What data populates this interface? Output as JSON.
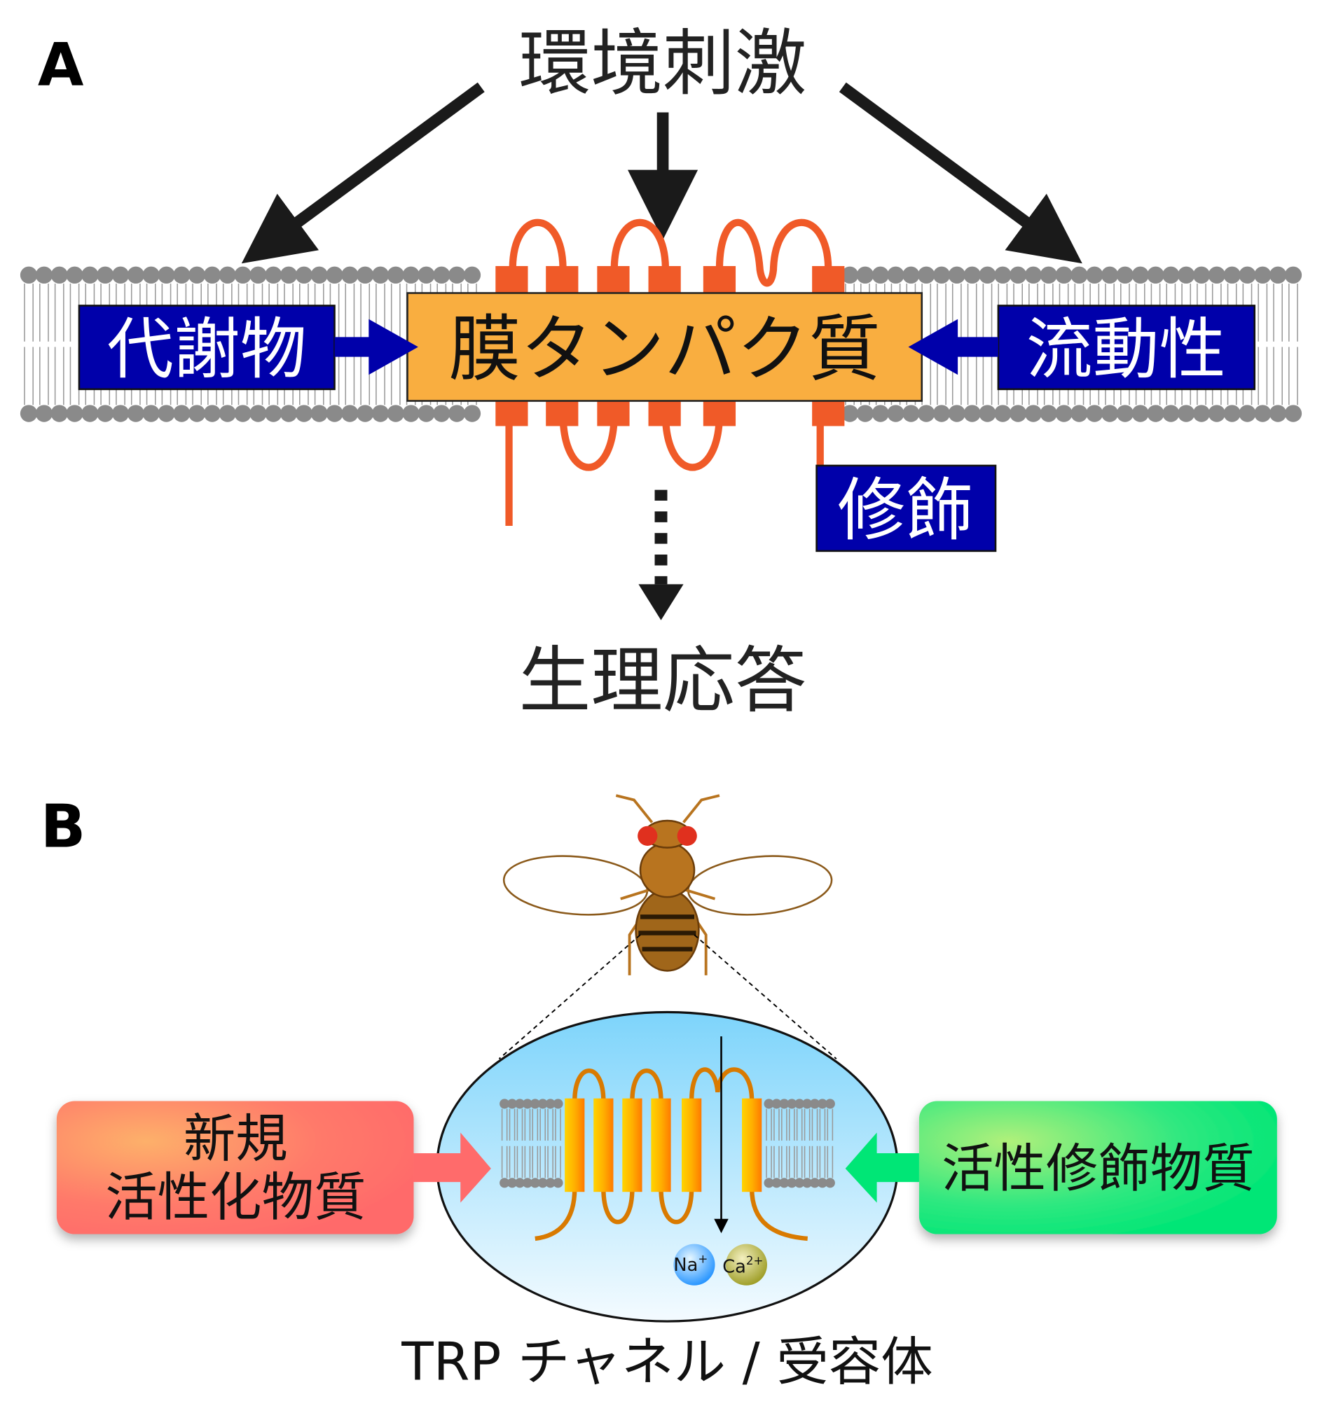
{
  "panel_a": {
    "label": "A",
    "stimulus": "環境刺激",
    "protein": "膜タンパク質",
    "metabolite": "代謝物",
    "fluidity": "流動性",
    "modification": "修飾",
    "response": "生理応答"
  },
  "panel_b": {
    "label": "B",
    "novel_activator_line1": "新規",
    "novel_activator_line2": "活性化物質",
    "modulator": "活性修飾物質",
    "ion_na": "Na",
    "ion_na_charge": "+",
    "ion_ca": "Ca",
    "ion_ca_charge": "2+",
    "caption": "TRP チャネル / 受容体"
  },
  "colors": {
    "navy": "#0000aa",
    "protein_orange": "#f05a28",
    "protein_box": "#f9ae40",
    "membrane_gray": "#8a8a8a",
    "activator_red": "#ff6b6b",
    "modulator_green": "#00e676",
    "cell_blue": "#7dd4fb"
  }
}
